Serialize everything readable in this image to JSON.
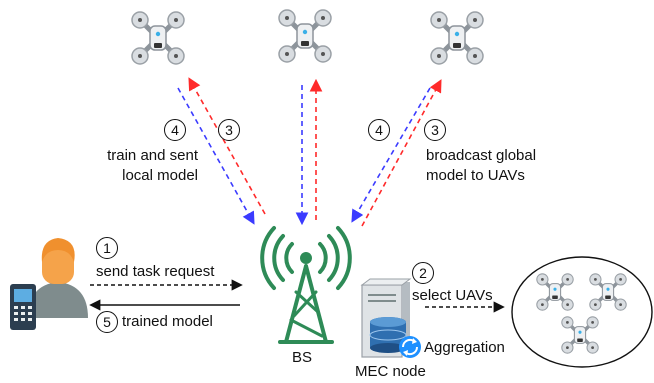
{
  "steps": [
    {
      "number": "1",
      "label": "send task request"
    },
    {
      "number": "2",
      "label": "select UAVs"
    },
    {
      "number": "3",
      "label": "broadcast global model to UAVs"
    },
    {
      "number": "4",
      "label": "train and sent local model"
    },
    {
      "number": "5",
      "label": "trained model"
    }
  ],
  "labels": {
    "train_line1": "train and sent",
    "train_line2": "local model",
    "broadcast_line1": "broadcast global",
    "broadcast_line2": "model to UAVs",
    "bs": "BS",
    "mec": "MEC node",
    "aggregation": "Aggregation"
  },
  "colors": {
    "upload_arrow": "#3b3bff",
    "broadcast_arrow": "#ff2a2a",
    "tower": "#2e8b57",
    "user_skin": "#f5a34a",
    "user_body": "#7f8c8d",
    "phone": "#2c3e50",
    "drone_frame": "#9aa0a6",
    "aggregation_icon": "#1e90ff"
  },
  "icons": {
    "uav": "quadcopter-drone-icon",
    "base_station": "radio-tower-icon",
    "mec": "server-database-icon",
    "user": "user-with-phone-icon",
    "aggregation": "refresh-gear-icon"
  }
}
